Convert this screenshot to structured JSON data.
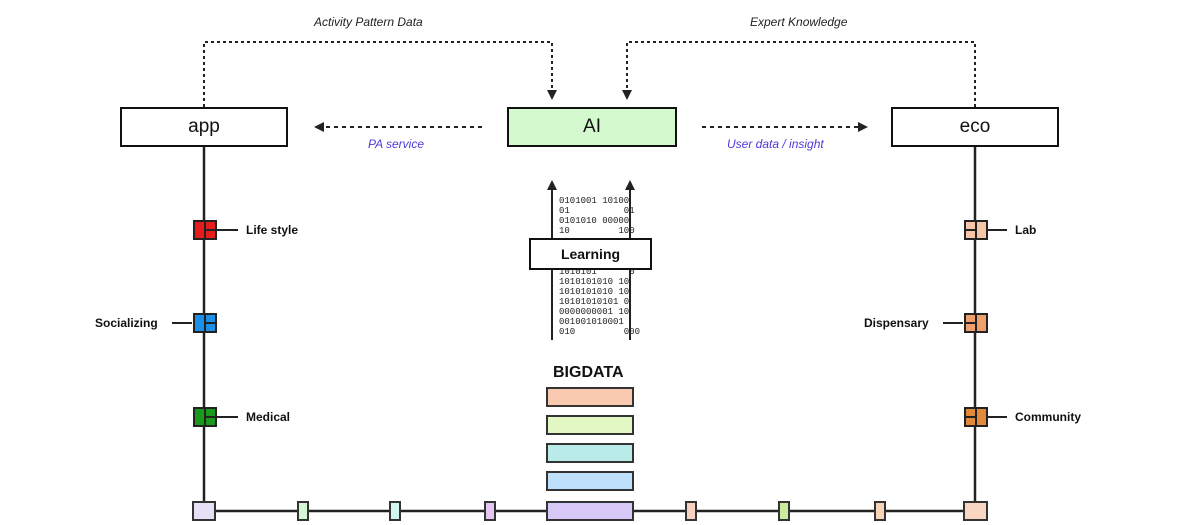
{
  "boxes": {
    "app": "app",
    "ai": "AI",
    "eco": "eco",
    "learning": "Learning"
  },
  "flows": {
    "top_left": "Activity Pattern Data",
    "top_right": "Expert Knowledge",
    "pa_service": "PA service",
    "user_data": "User data / insight"
  },
  "left_nodes": [
    {
      "label": "Life style",
      "color": "#e81c1c"
    },
    {
      "label": "Socializing",
      "color": "#1c8fe8"
    },
    {
      "label": "Medical",
      "color": "#1a9a1a"
    }
  ],
  "right_nodes": [
    {
      "label": "Lab",
      "color": "#f7c6a8"
    },
    {
      "label": "Dispensary",
      "color": "#f0a06a"
    },
    {
      "label": "Community",
      "color": "#e08a3a"
    }
  ],
  "bigdata": {
    "title": "BIGDATA",
    "stack_colors": [
      "#f9c9b0",
      "#e2f7c4",
      "#b9ece9",
      "#bfe0fb",
      "#d8c8f7"
    ]
  },
  "bus_colors": [
    "#e6e0f7",
    "#d4f7d4",
    "#d2f7f2",
    "#e4c6f3",
    "#f7d2c2",
    "#c9ec9e",
    "#f7d6b8",
    "#f9d6c2"
  ],
  "binary_top": "0101001 10100\n01          01\n0101010 00000\n10         100",
  "binary_bottom": "1010101      0\n1010101010 10\n1010101010 10\n10101010101 0\n0000000001 10\n001001010001\n010         000",
  "colors": {
    "ai_fill": "#d4f9cf",
    "flow_label": "#4b3ad9"
  }
}
